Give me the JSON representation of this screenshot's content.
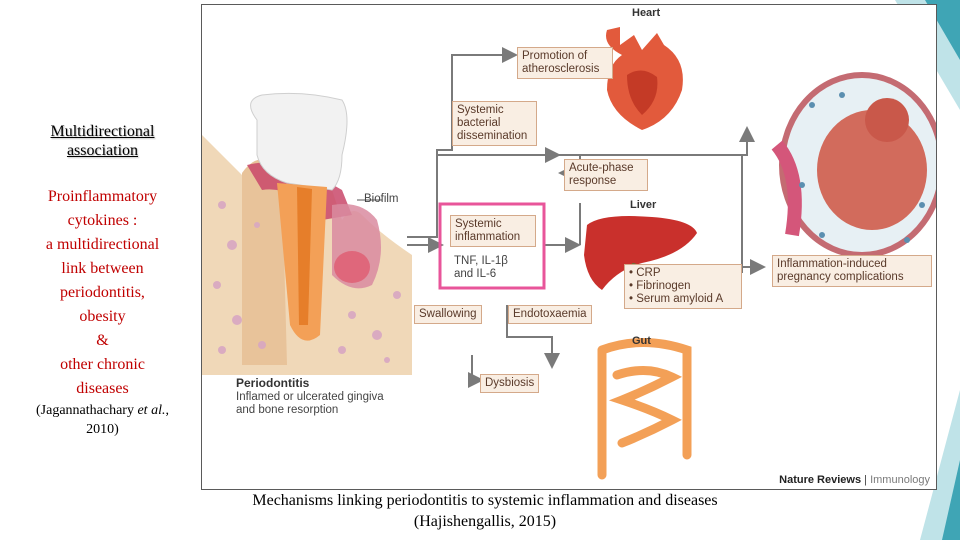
{
  "left": {
    "heading_lines": [
      "Multidirectional",
      "association"
    ],
    "cytokine_lines": [
      "Proinflammatory",
      "cytokines :",
      "a multidirectional",
      "link between",
      "periodontitis,",
      "obesity",
      "&",
      "other chronic",
      "diseases"
    ],
    "citation_prefix": "(Jagannathachary ",
    "citation_italic": "et al.",
    "citation_suffix": ",",
    "citation_year": "2010)"
  },
  "diagram": {
    "heart_title": "Heart",
    "liver_title": "Liver",
    "gut_title": "Gut",
    "promotion": [
      "Promotion of",
      "atherosclerosis"
    ],
    "bacterial": [
      "Systemic",
      "bacterial",
      "dissemination"
    ],
    "acute": [
      "Acute-phase",
      "response"
    ],
    "biofilm": "Biofilm",
    "systemic_inflammation": [
      "Systemic",
      "inflammation"
    ],
    "cytokines": [
      "TNF, IL-1β",
      "and IL-6"
    ],
    "liver_markers": [
      "• CRP",
      "• Fibrinogen",
      "• Serum amyloid A"
    ],
    "pregnancy": [
      "Inflammation-induced",
      "pregnancy complications"
    ],
    "swallowing": "Swallowing",
    "endotoxaemia": "Endotoxaemia",
    "dysbiosis": "Dysbiosis",
    "periodontitis_title": "Periodontitis",
    "periodontitis_desc": [
      "Inflamed or ulcerated gingiva",
      "and bone resorption"
    ],
    "journal_main": "Nature Reviews",
    "journal_sep": " | ",
    "journal_sub": "Immunology"
  },
  "caption": {
    "line1": "Mechanisms linking periodontitis to systemic inflammation and diseases",
    "line2": "(Hajishengallis, 2015)"
  },
  "colors": {
    "cytokine_text": "#c00000",
    "highlight_box": "#e8559a",
    "label_box_fill": "#f9eee3",
    "arrow": "#7a7a7a",
    "deco_teal": "#3fa5b5"
  }
}
